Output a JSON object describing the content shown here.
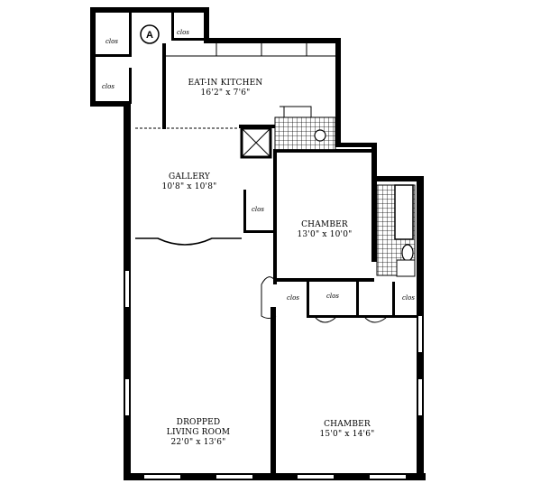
{
  "rooms": {
    "kitchen": {
      "name": "EAT-IN KITCHEN",
      "dim": "16'2\" x 7'6\""
    },
    "gallery": {
      "name": "GALLERY",
      "dim": "10'8\" x 10'8\""
    },
    "chamber1": {
      "name": "CHAMBER",
      "dim": "13'0\" x 10'0\""
    },
    "living": {
      "name": "DROPPED\nLIVING ROOM",
      "line1": "DROPPED",
      "line2": "LIVING ROOM",
      "dim": "22'0\" x 13'6\""
    },
    "chamber2": {
      "name": "CHAMBER",
      "dim": "15'0\" x 14'6\""
    }
  },
  "closets": [
    "clos",
    "clos",
    "clos",
    "clos",
    "clos",
    "clos",
    "clos"
  ],
  "entry_marker": "A"
}
